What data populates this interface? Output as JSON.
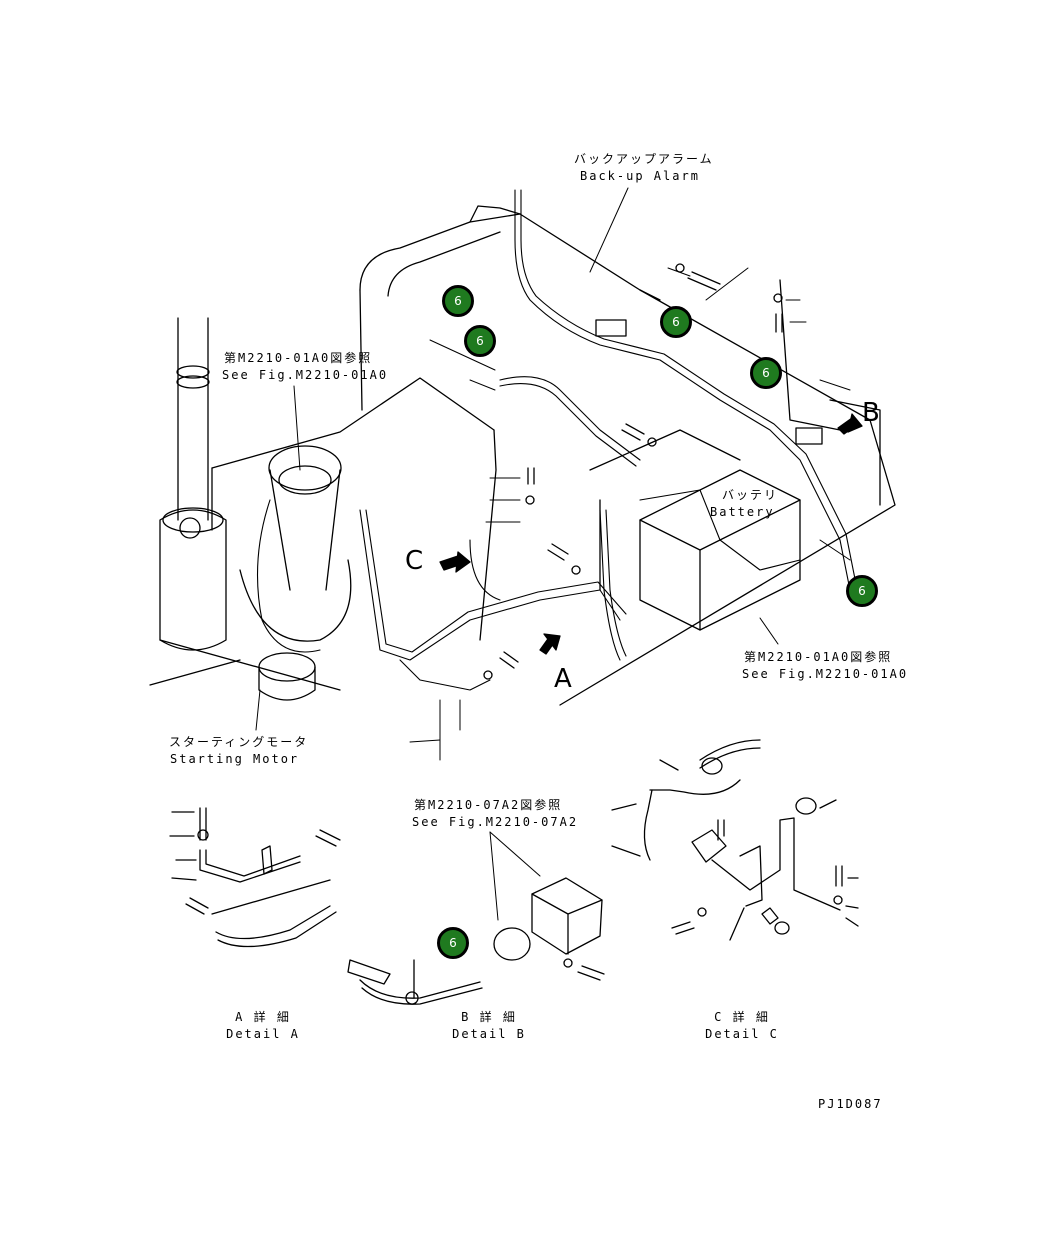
{
  "colors": {
    "callout_fill": "#1f7a1f",
    "line": "#000000",
    "background": "#ffffff"
  },
  "labels": {
    "backup_alarm_jp": "バックアップアラーム",
    "backup_alarm_en": "Back-up Alarm",
    "ref_top_jp": "第M2210-01A0図参照",
    "ref_top_en": "See Fig.M2210-01A0",
    "battery_jp": "バッテリ",
    "battery_en": "Battery",
    "ref_right_jp": "第M2210-01A0図参照",
    "ref_right_en": "See Fig.M2210-01A0",
    "starting_motor_jp": "スターティングモータ",
    "starting_motor_en": "Starting Motor",
    "ref_detail_b_jp": "第M2210-07A2図参照",
    "ref_detail_b_en": "See Fig.M2210-07A2",
    "detail_a_jp": "A 詳 細",
    "detail_a_en": "Detail A",
    "detail_b_jp": "B 詳 細",
    "detail_b_en": "Detail B",
    "detail_c_jp": "C 詳 細",
    "detail_c_en": "Detail C",
    "view_a": "A",
    "view_b": "B",
    "view_c": "C",
    "drawing_code": "PJ1D087"
  },
  "callouts": [
    {
      "id": "callout-1",
      "label": "6"
    },
    {
      "id": "callout-2",
      "label": "6"
    },
    {
      "id": "callout-3",
      "label": "6"
    },
    {
      "id": "callout-4",
      "label": "6"
    },
    {
      "id": "callout-5",
      "label": "6"
    },
    {
      "id": "callout-6",
      "label": "6"
    }
  ]
}
